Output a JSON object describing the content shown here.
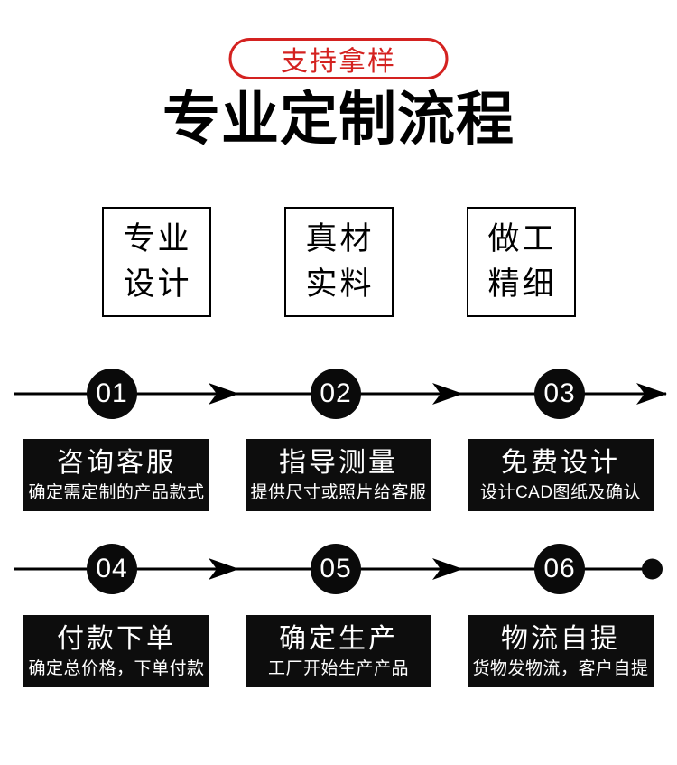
{
  "colors": {
    "accent_red": "#d42220",
    "box_black": "#0d0d0d"
  },
  "badge": {
    "label": "支持拿样"
  },
  "header": {
    "title": "专业定制流程"
  },
  "features": [
    {
      "line1": "专业",
      "line2": "设计"
    },
    {
      "line1": "真材",
      "line2": "实料"
    },
    {
      "line1": "做工",
      "line2": "精细"
    }
  ],
  "flow": {
    "steps": [
      {
        "num": "01",
        "title": "咨询客服",
        "desc": "确定需定制的产品款式"
      },
      {
        "num": "02",
        "title": "指导测量",
        "desc": "提供尺寸或照片给客服"
      },
      {
        "num": "03",
        "title": "免费设计",
        "desc": "设计CAD图纸及确认"
      },
      {
        "num": "04",
        "title": "付款下单",
        "desc": "确定总价格，下单付款"
      },
      {
        "num": "05",
        "title": "确定生产",
        "desc": "工厂开始生产产品"
      },
      {
        "num": "06",
        "title": "物流自提",
        "desc": "货物发物流，客户自提"
      }
    ]
  }
}
